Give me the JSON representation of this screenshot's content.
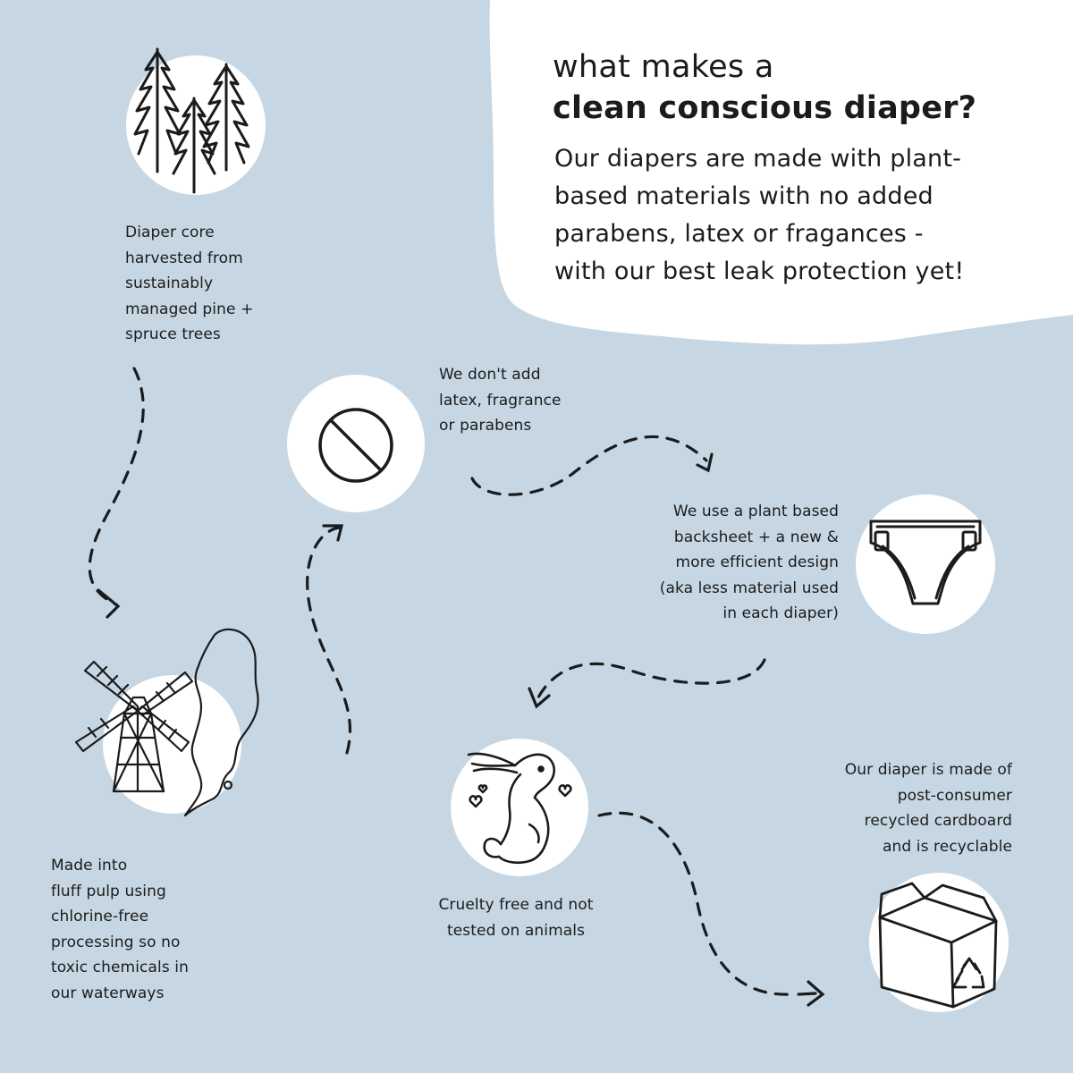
{
  "headline": {
    "line1": "what makes a",
    "line2": "clean conscious diaper?",
    "body": "Our diapers are made with plant-\nbased materials with no added\nparabens, latex or fragances -\nwith our best leak protection yet!"
  },
  "steps": [
    {
      "icon": "pine-trees-icon",
      "text": "Diaper core\nharvested from\nsustainably\nmanaged pine +\nspruce trees"
    },
    {
      "icon": "windmill-sweden-map-icon",
      "text": "Made into\nfluff pulp using\nchlorine-free\nprocessing so no\ntoxic chemicals in\nour waterways"
    },
    {
      "icon": "no-symbol-icon",
      "text": "We don't add\nlatex, fragrance\nor parabens"
    },
    {
      "icon": "diaper-icon",
      "text": "We use a plant based\nbacksheet + a new &\nmore efficient design\n(aka less material used\nin each diaper)"
    },
    {
      "icon": "bunny-icon",
      "text": "Cruelty free and not\ntested on animals"
    },
    {
      "icon": "recycle-box-icon",
      "text": "Our diaper is made of\npost-consumer\nrecycled cardboard\nand is recyclable"
    }
  ],
  "colors": {
    "background": "#c6d7e3",
    "panel": "#ffffff",
    "ink": "#1b1b1b"
  }
}
